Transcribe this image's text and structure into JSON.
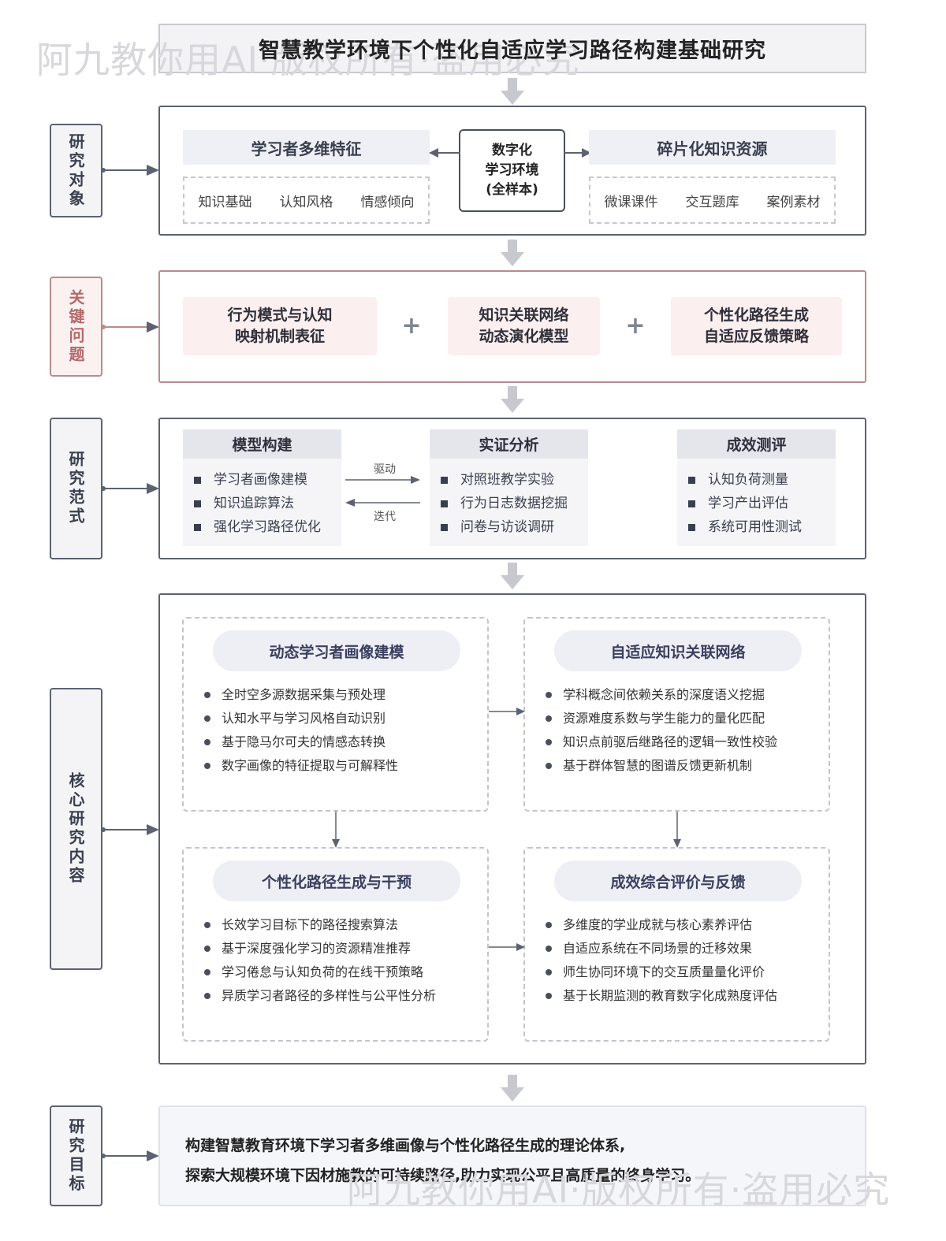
{
  "title": "智慧教学环境下个性化自适应学习路径构建基础研究",
  "watermarks": [
    "阿九教你用AI·版权所有·盗用必究",
    "阿九教你用AI·版权所有·盗用必究"
  ],
  "sections": {
    "object": {
      "label": "研究对象",
      "left_head": "学习者多维特征",
      "left_items": [
        "知识基础",
        "认知风格",
        "情感倾向"
      ],
      "center_lines": [
        "数字化",
        "学习环境",
        "(全样本)"
      ],
      "right_head": "碎片化知识资源",
      "right_items": [
        "微课课件",
        "交互题库",
        "案例素材"
      ]
    },
    "problem": {
      "label": "关键问题",
      "cards": [
        {
          "line1": "行为模式与认知",
          "line2": "映射机制表征"
        },
        {
          "line1": "知识关联网络",
          "line2": "动态演化模型"
        },
        {
          "line1": "个性化路径生成",
          "line2": "自适应反馈策略"
        }
      ],
      "plus": "+"
    },
    "paradigm": {
      "label": "研究范式",
      "columns": [
        {
          "head": "模型构建",
          "items": [
            "学习者画像建模",
            "知识追踪算法",
            "强化学习路径优化"
          ]
        },
        {
          "head": "实证分析",
          "items": [
            "对照班教学实验",
            "行为日志数据挖掘",
            "问卷与访谈调研"
          ]
        },
        {
          "head": "成效测评",
          "items": [
            "认知负荷测量",
            "学习产出评估",
            "系统可用性测试"
          ]
        }
      ],
      "drive_label": "驱动",
      "iterate_label": "迭代"
    },
    "core": {
      "label": "核心研究内容",
      "boxes": [
        {
          "title": "动态学习者画像建模",
          "items": [
            "全时空多源数据采集与预处理",
            "认知水平与学习风格自动识别",
            "基于隐马尔可夫的情感态转换",
            "数字画像的特征提取与可解释性"
          ]
        },
        {
          "title": "自适应知识关联网络",
          "items": [
            "学科概念间依赖关系的深度语义挖掘",
            "资源难度系数与学生能力的量化匹配",
            "知识点前驱后继路径的逻辑一致性校验",
            "基于群体智慧的图谱反馈更新机制"
          ]
        },
        {
          "title": "个性化路径生成与干预",
          "items": [
            "长效学习目标下的路径搜索算法",
            "基于深度强化学习的资源精准推荐",
            "学习倦怠与认知负荷的在线干预策略",
            "异质学习者路径的多样性与公平性分析"
          ]
        },
        {
          "title": "成效综合评价与反馈",
          "items": [
            "多维度的学业成就与核心素养评估",
            "自适应系统在不同场景的迁移效果",
            "师生协同环境下的交互质量量化评价",
            "基于长期监测的教育数字化成熟度评估"
          ]
        }
      ]
    },
    "goal": {
      "label": "研究目标",
      "lines": [
        "构建智慧教育环境下学习者多维画像与个性化路径生成的理论体系,",
        "探索大规模环境下因材施教的可持续路径,助力实现公平且高质量的终身学习。"
      ]
    }
  },
  "colors": {
    "frame": "#5d6272",
    "pink_frame": "#b98b8b",
    "pink_fill": "#fbefef",
    "arrow": "#c8c9ce"
  }
}
